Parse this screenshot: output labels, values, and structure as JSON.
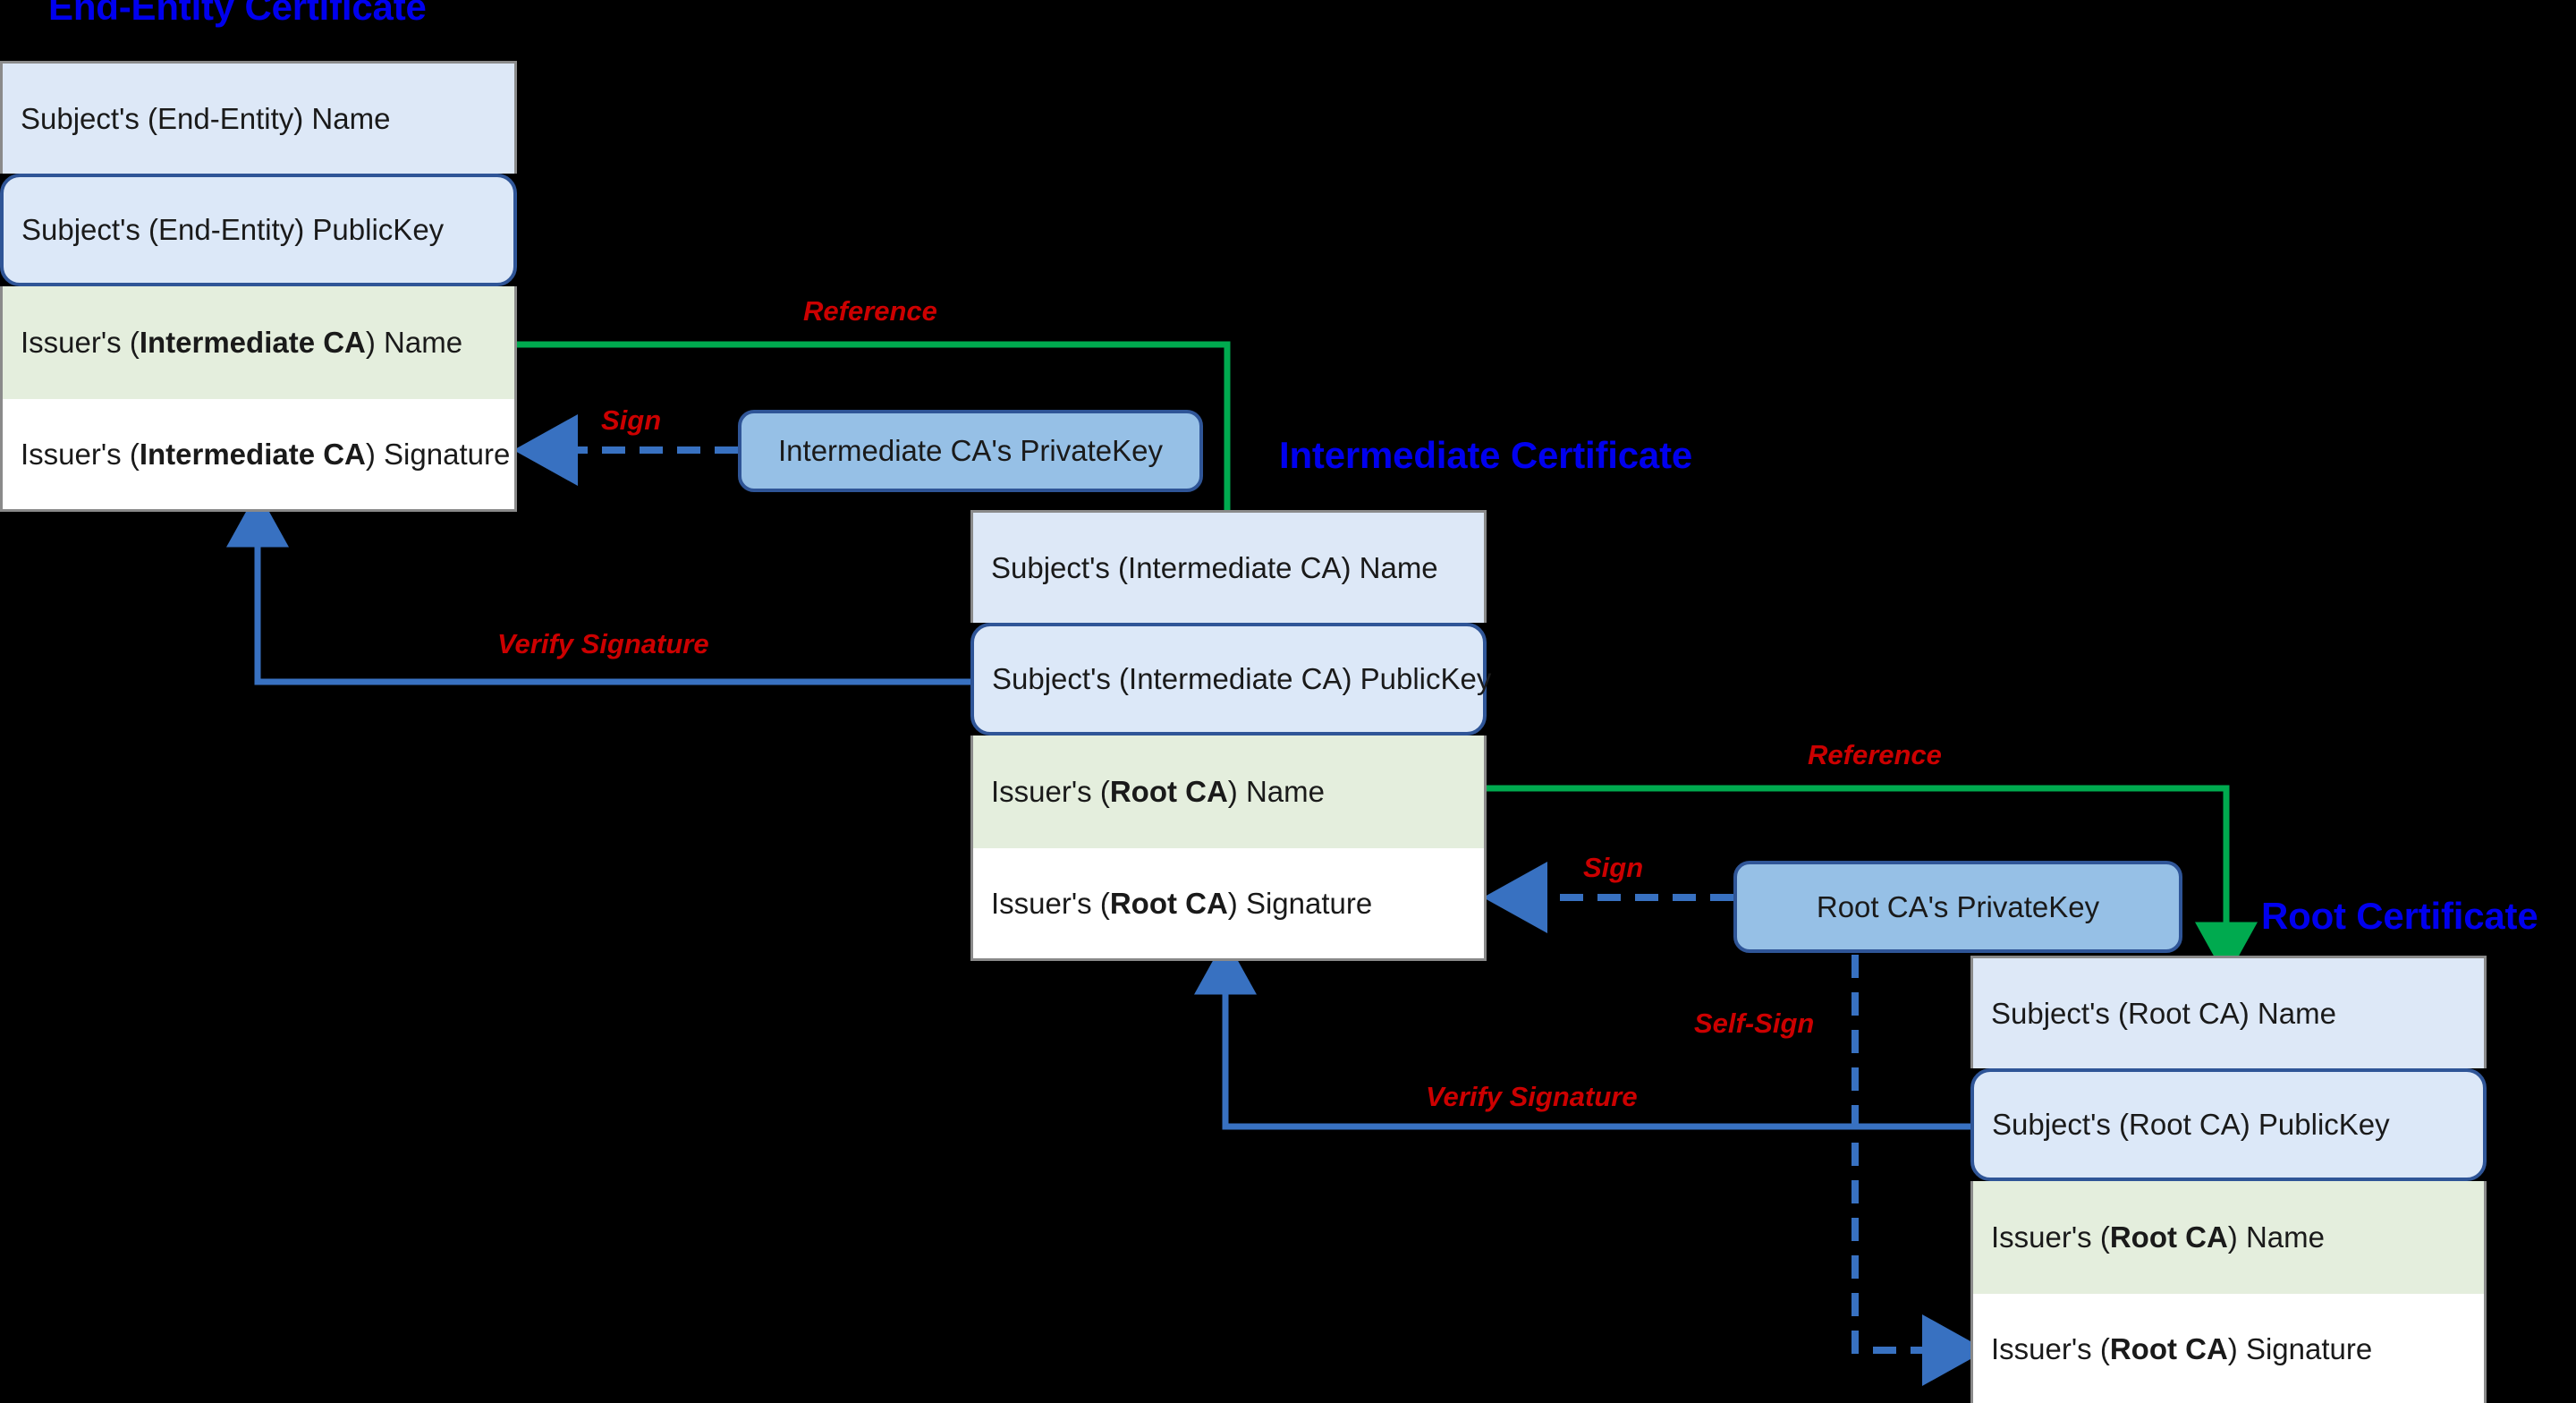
{
  "diagram": {
    "title_color": "#0000ee",
    "label_color": "#cc0000",
    "reference_arrow_color": "#00aa4f",
    "sign_arrow_color": "#3871c1",
    "verify_arrow_color": "#3871c1",
    "background": "#000000"
  },
  "certificates": [
    {
      "id": "end-entity",
      "title": "End-Entity Certificate",
      "rows": [
        {
          "kind": "subject-name",
          "text": "Subject's (End-Entity) Name"
        },
        {
          "kind": "subject-publickey",
          "text": "Subject's (End-Entity) PublicKey"
        },
        {
          "kind": "issuer-name",
          "prefix": "Issuer's (",
          "strong": "Intermediate CA",
          "suffix": ") Name"
        },
        {
          "kind": "issuer-signature",
          "prefix": "Issuer's (",
          "strong": "Intermediate CA",
          "suffix": ") Signature"
        }
      ]
    },
    {
      "id": "intermediate",
      "title": "Intermediate Certificate",
      "rows": [
        {
          "kind": "subject-name",
          "text": "Subject's (Intermediate CA) Name"
        },
        {
          "kind": "subject-publickey",
          "text": "Subject's (Intermediate CA) PublicKey"
        },
        {
          "kind": "issuer-name",
          "prefix": "Issuer's (",
          "strong": "Root CA",
          "suffix": ") Name"
        },
        {
          "kind": "issuer-signature",
          "prefix": "Issuer's (",
          "strong": "Root CA",
          "suffix": ") Signature"
        }
      ]
    },
    {
      "id": "root",
      "title": "Root Certificate",
      "rows": [
        {
          "kind": "subject-name",
          "text": "Subject's (Root CA) Name"
        },
        {
          "kind": "subject-publickey",
          "text": "Subject's (Root CA) PublicKey"
        },
        {
          "kind": "issuer-name",
          "prefix": "Issuer's (",
          "strong": "Root CA",
          "suffix": ") Name"
        },
        {
          "kind": "issuer-signature",
          "prefix": "Issuer's (",
          "strong": "Root CA",
          "suffix": ") Signature"
        }
      ]
    }
  ],
  "keys": [
    {
      "id": "intermediate-privatekey",
      "label": "Intermediate CA's PrivateKey"
    },
    {
      "id": "root-privatekey",
      "label": "Root CA's PrivateKey"
    }
  ],
  "edges": [
    {
      "id": "reference-ee-to-intermediate",
      "label": "Reference",
      "type": "reference"
    },
    {
      "id": "sign-intermediate",
      "label": "Sign",
      "type": "sign"
    },
    {
      "id": "verify-signature-ee",
      "label": "Verify Signature",
      "type": "verify"
    },
    {
      "id": "reference-intermediate-to-root",
      "label": "Reference",
      "type": "reference"
    },
    {
      "id": "sign-root",
      "label": "Sign",
      "type": "sign"
    },
    {
      "id": "verify-signature-intermediate",
      "label": "Verify Signature",
      "type": "verify"
    },
    {
      "id": "self-sign-root",
      "label": "Self-Sign",
      "type": "sign"
    }
  ]
}
